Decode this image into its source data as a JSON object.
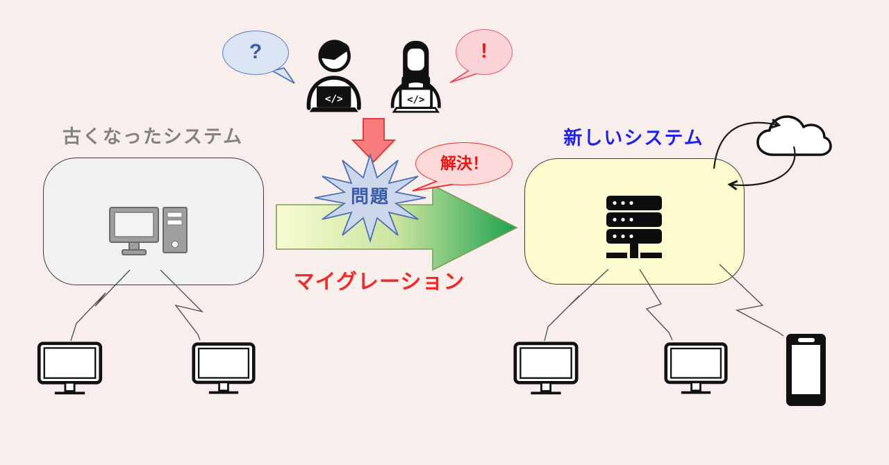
{
  "scene": {
    "background_color": "#f8eeeb"
  },
  "developers": {
    "icons": [
      "developer-dark-laptop-icon",
      "developer-light-laptop-icon"
    ],
    "laptop_code_glyph": "</>",
    "question_bubble": {
      "text": "?",
      "fill": "#dbe4f4",
      "border": "#4a72c0",
      "text_color": "#3c5ea6"
    },
    "exclamation_bubble": {
      "text": "!",
      "fill": "#f9d3d8",
      "border": "#e65060",
      "text_color": "#e32020"
    }
  },
  "old_system": {
    "title": "古くなったシステム",
    "title_color": "#828282",
    "box_fill": "#f1f1f1",
    "main_icon": "desktop-pc-icon",
    "client_icons": [
      "monitor-icon",
      "monitor-icon"
    ]
  },
  "new_system": {
    "title": "新しいシステム",
    "title_color": "#2121e8",
    "box_fill": "#fcfccf",
    "main_icon": "server-icon",
    "cloud_icon": "cloud-icon",
    "sync_arrows_icon": "cloud-sync-arrows-icon",
    "client_icons": [
      "monitor-icon",
      "monitor-icon",
      "smartphone-icon"
    ]
  },
  "migration": {
    "label": "マイグレーション",
    "label_color": "#ee2a2a",
    "arrow_gradient_start": "#f9fcd2",
    "arrow_gradient_end": "#1ea24f"
  },
  "problem": {
    "text": "問題",
    "text_color": "#3a5ca8",
    "burst_fill": "#cdd7ec",
    "burst_border": "#4a6fb5",
    "down_arrow_fill": "#f97d7d",
    "down_arrow_border": "#e03e3e"
  },
  "solution": {
    "text": "解決！",
    "text_color": "#e81515",
    "bubble_fill": "#fdd9d9",
    "bubble_border": "#e93333"
  }
}
